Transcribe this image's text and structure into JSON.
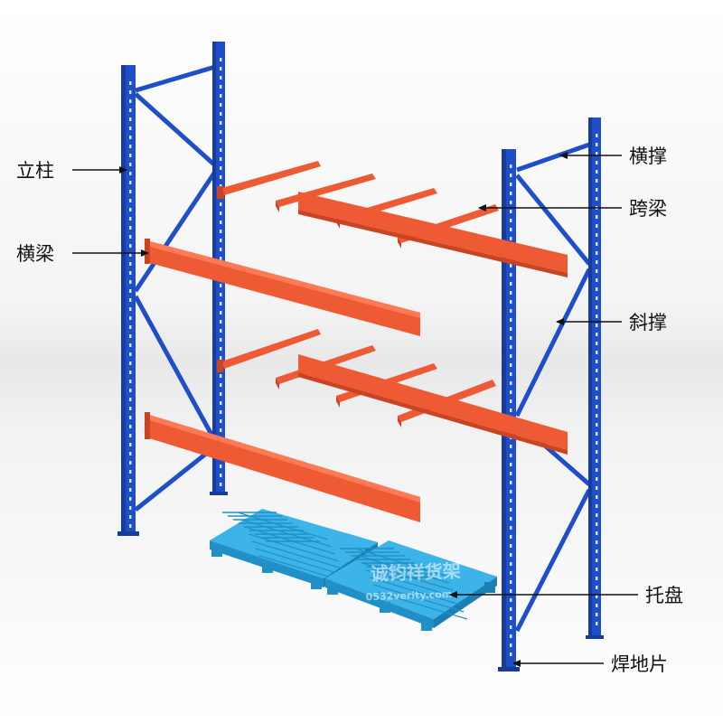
{
  "diagram": {
    "colors": {
      "upright": "#1f4fc8",
      "upright_dark": "#173c9c",
      "beam": "#ee5a33",
      "beam_dark": "#c94422",
      "pallet": "#3cb4ea",
      "pallet_dark": "#2190c6",
      "label": "#111111",
      "arrow": "#111111"
    },
    "labels": {
      "upright": "立柱",
      "beam": "横梁",
      "horizontal_brace": "横撑",
      "span_beam": "跨梁",
      "diagonal_brace": "斜撑",
      "pallet": "托盘",
      "base_plate": "焊地片"
    },
    "watermark": {
      "brand": "诚钧祥货架",
      "site": "0532verity.com"
    }
  }
}
